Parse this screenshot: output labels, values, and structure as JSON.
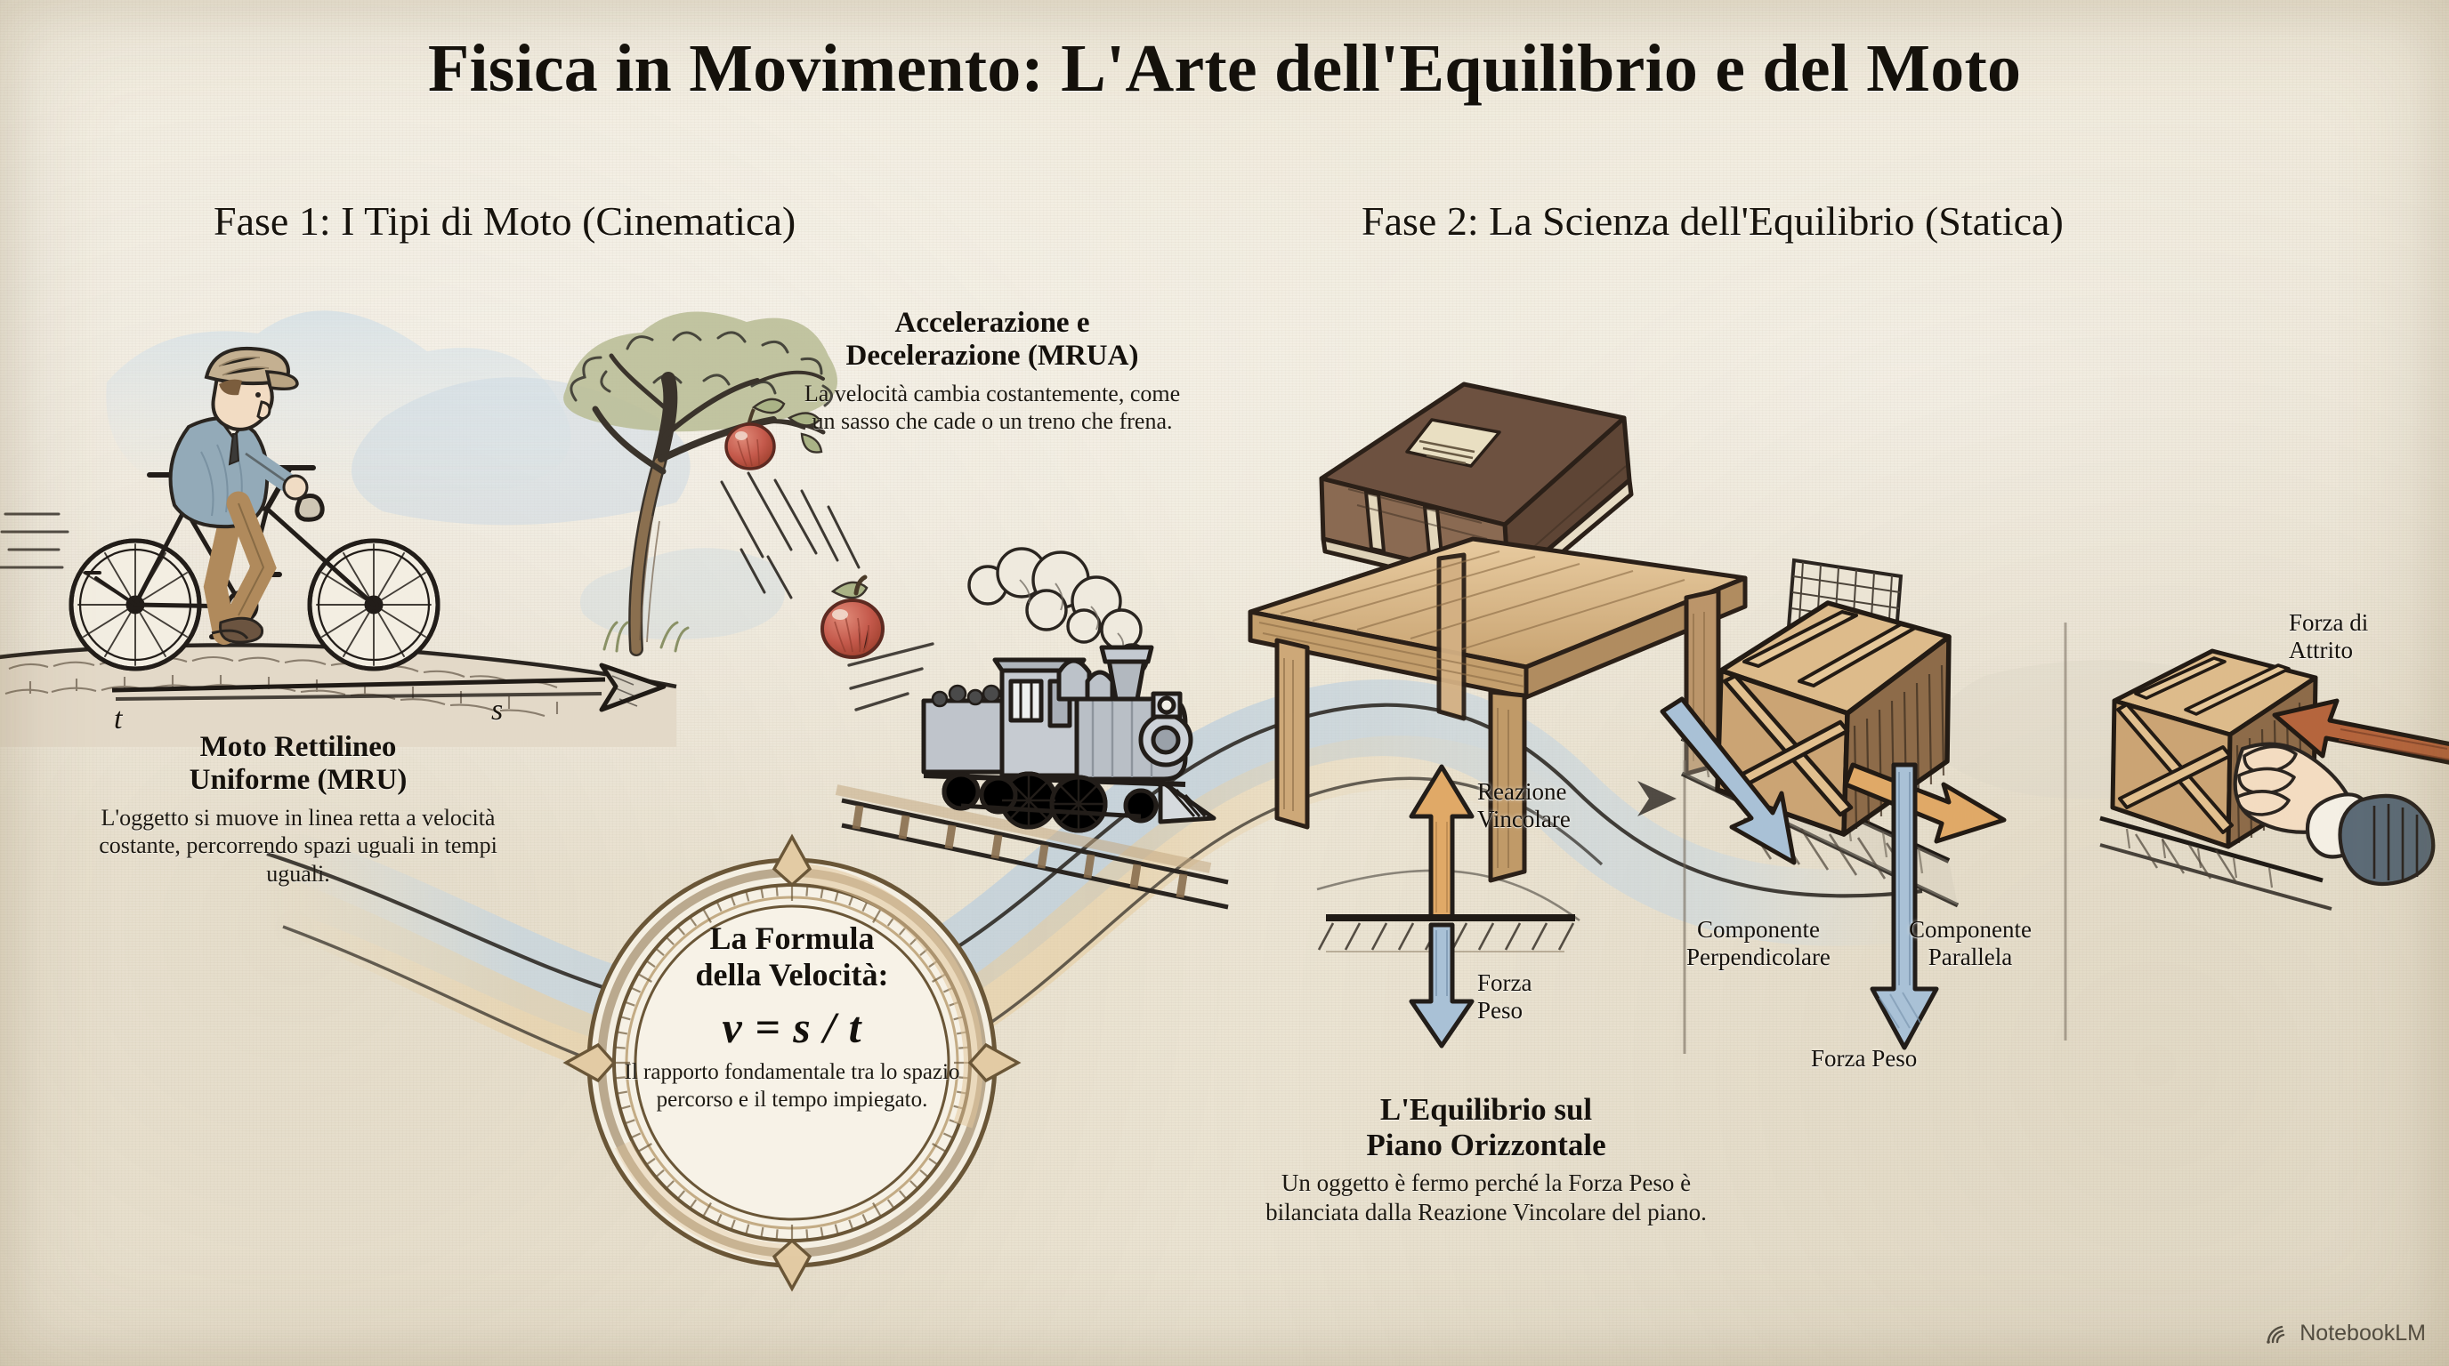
{
  "poster": {
    "title": "Fisica in Movimento: L'Arte dell'Equilibrio e del Moto",
    "background_color": "#efe9da",
    "ink_color": "#15110c"
  },
  "phases": {
    "phase1_label": "Fase 1: I Tipi di Moto (Cinematica)",
    "phase2_label": "Fase 2: La Scienza dell'Equilibrio (Statica)"
  },
  "blocks": {
    "mru": {
      "heading": "Moto Rettilineo\nUniforme (MRU)",
      "heading_line1": "Moto Rettilineo",
      "heading_line2": "Uniforme (MRU)",
      "body": "L'oggetto si muove in linea retta a velocità costante, percorrendo spazi uguali in tempi uguali."
    },
    "mrua": {
      "heading_line1": "Accelerazione e",
      "heading_line2": "Decelerazione (MRUA)",
      "body": "La velocità cambia costantemente, come un sasso che cade o un treno che frena."
    },
    "formula": {
      "heading_line1": "La Formula",
      "heading_line2": "della Velocità:",
      "equation": "v = s / t",
      "body": "Il rapporto fondamentale tra lo spazio percorso e il tempo impiegato."
    },
    "equilibrio": {
      "heading_line1": "L'Equilibrio sul",
      "heading_line2": "Piano Orizzontale",
      "body": "Un oggetto è fermo perché la Forza Peso è bilanciata dalla Reazione Vincolare del piano."
    }
  },
  "axis_labels": {
    "time": "t",
    "space": "s"
  },
  "force_labels": {
    "reazione_vincolare": "Reazione\nVincolare",
    "forza_peso_table": "Forza\nPeso",
    "componente_perpendicolare": "Componente\nPerpendicolare",
    "componente_parallela": "Componente\nParallela",
    "forza_peso_incline": "Forza Peso",
    "forza_attrito": "Forza di\nAttrito"
  },
  "colors": {
    "arrow_normal": "#d79a5b",
    "arrow_weight": "#8aa8c4",
    "arrow_friction": "#b5653d",
    "wash_blue": "#b9cede",
    "wash_tan": "#e8cfa3",
    "wood": "#d9b483",
    "apple": "#c75b4e",
    "foliage": "#b9bd96"
  },
  "watermark": {
    "label": "NotebookLM",
    "icon": "notebooklm-icon"
  },
  "illustrations": {
    "cyclist": "man-on-bicycle-on-cobblestone-road",
    "apple_tree": "apple-tree-with-falling-apple",
    "train": "steam-locomotive-on-rails-with-smoke",
    "table_book": "wooden-table-with-book-on-top",
    "incline_crate": "wooden-crate-on-inclined-plane",
    "friction_crate": "hand-pushing-wooden-crate"
  }
}
